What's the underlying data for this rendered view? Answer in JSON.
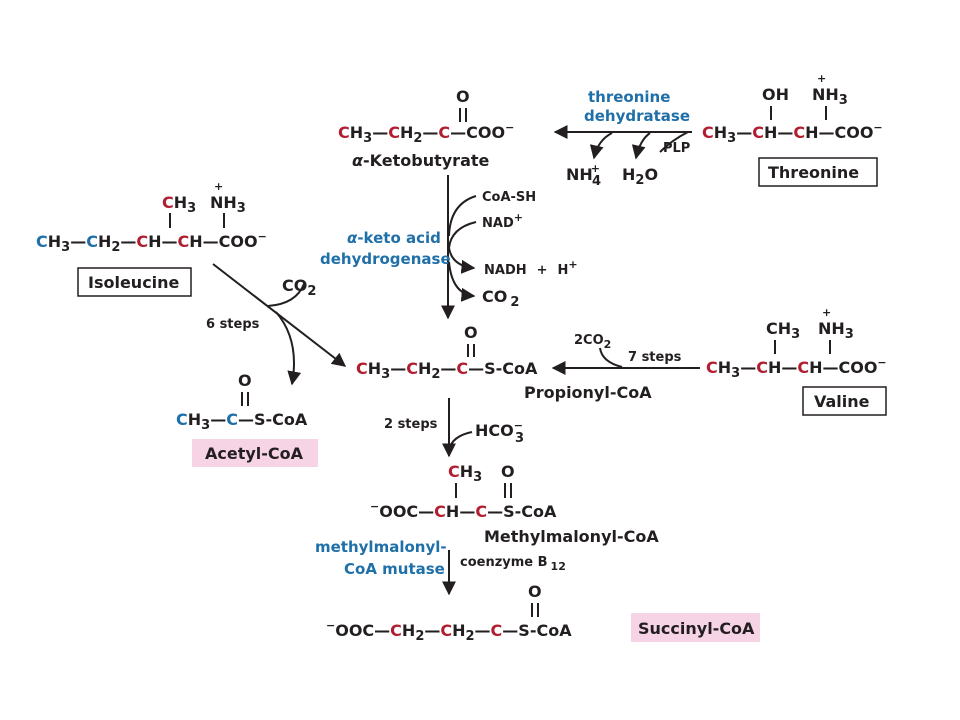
{
  "colors": {
    "carbon_highlight": "#b01e2f",
    "acetyl_carbon": "#1f6fa8",
    "enzyme": "#1f6fa8",
    "product_highlight": "#f7d3e6"
  },
  "threonine": {
    "oh": "OH",
    "nh3": "NH",
    "nh3_sub": "3",
    "plus": "+",
    "chain": "CH3—CH—CH—COO⁻",
    "name": "Threonine"
  },
  "ketobutyrate": {
    "o": "O",
    "prefix": "α",
    "name": "-Ketobutyrate"
  },
  "enzyme1": {
    "line1": "threonine",
    "line2": "dehydratase"
  },
  "plp": "PLP",
  "byproducts1": {
    "nh4": "NH",
    "nh4_sub": "4",
    "nh4_plus": "+",
    "h2o": "H",
    "h2o_sub": "2",
    "h2o_o": "O"
  },
  "enzyme2": {
    "line1_prefix": "α",
    "line1": "-keto acid",
    "line2": "dehydrogenase"
  },
  "reactants2": {
    "coash": "CoA-SH",
    "nad": "NAD",
    "nad_plus": "+",
    "nadh": "NADH",
    "plus": "+",
    "h": "H",
    "h_plus": "+",
    "co2": "CO",
    "co2_sub": "2"
  },
  "isoleucine": {
    "ch3": "CH3",
    "nh3": "NH3",
    "plus": "+",
    "name": "Isoleucine"
  },
  "isoleucine_branch": {
    "co2": "CO",
    "co2_sub": "2",
    "steps": "6 steps"
  },
  "acetylcoa": {
    "o": "O",
    "name": "Acetyl-CoA"
  },
  "propionylcoa": {
    "o": "O",
    "name": "Propionyl-CoA"
  },
  "valine": {
    "ch3": "CH3",
    "nh3": "NH3",
    "plus": "+",
    "name": "Valine"
  },
  "valine_branch": {
    "co2": "2CO",
    "co2_sub": "2",
    "steps": "7 steps"
  },
  "step2": {
    "steps": "2 steps",
    "hco3": "HCO",
    "hco3_sub": "3",
    "hco3_minus": "−"
  },
  "methylmalonyl": {
    "ch3": "CH3",
    "o": "O",
    "name": "Methylmalonyl-CoA"
  },
  "enzyme3": {
    "line1": "methylmalonyl-",
    "line2": "CoA mutase",
    "cofactor": "coenzyme B",
    "cofactor_sub": "12"
  },
  "succinylcoa": {
    "o": "O",
    "name": "Succinyl-CoA"
  }
}
